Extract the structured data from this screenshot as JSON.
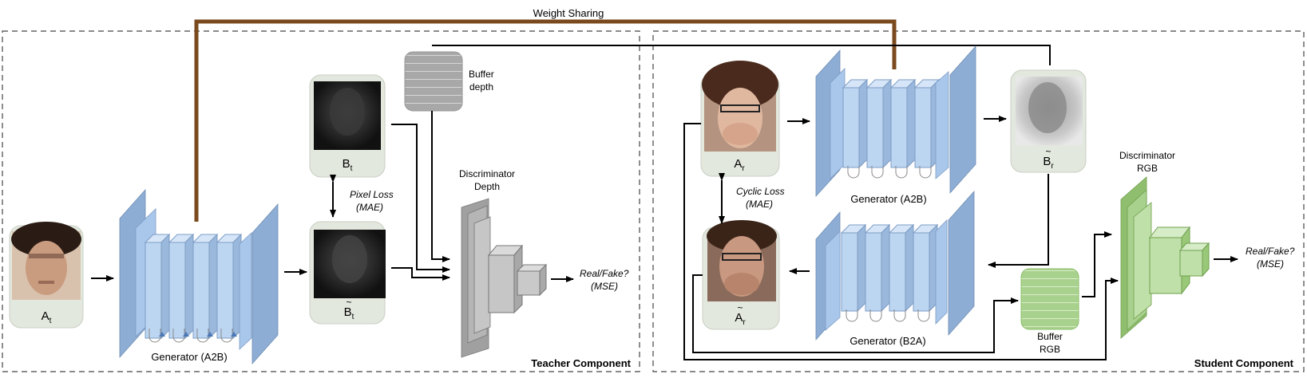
{
  "weight_sharing": "Weight Sharing",
  "teacher": {
    "component_label": "Teacher Component",
    "image_a": {
      "label": "A",
      "sub": "t"
    },
    "generator_label": "Generator (A2B)",
    "depth_real": {
      "label": "B",
      "sub": "t"
    },
    "depth_fake": {
      "label": "B",
      "tilde": "~",
      "sub": "t"
    },
    "loss_line1": "Pixel Loss",
    "loss_line2": "(MAE)",
    "buffer_line1": "Buffer",
    "buffer_line2": "depth",
    "disc_line1": "Discriminator",
    "disc_line2": "Depth",
    "output_line1": "Real/Fake?",
    "output_line2": "(MSE)"
  },
  "student": {
    "component_label": "Student Component",
    "image_a": {
      "label": "A",
      "sub": "r"
    },
    "image_a_rec": {
      "label": "A",
      "tilde": "~",
      "sub": "r"
    },
    "depth_fake": {
      "label": "B",
      "tilde": "~",
      "sub": "r"
    },
    "gen_a2b_label": "Generator (A2B)",
    "gen_b2a_label": "Generator (B2A)",
    "loss_line1": "Cyclic Loss",
    "loss_line2": "(MAE)",
    "buffer_line1": "Buffer",
    "buffer_line2": "RGB",
    "disc_line1": "Discriminator",
    "disc_line2": "RGB",
    "output_line1": "Real/Fake?",
    "output_line2": "(MSE)"
  },
  "colors": {
    "weight_sharing_line": "#7a4a1e",
    "generator_blue": "#a9c7ea",
    "discriminator_gray": "#b8b8b8",
    "discriminator_green": "#a9d18e",
    "card_bg": "#e3e8de",
    "buffer_gray": "#a8a8a8",
    "buffer_green": "#a9d18e"
  }
}
